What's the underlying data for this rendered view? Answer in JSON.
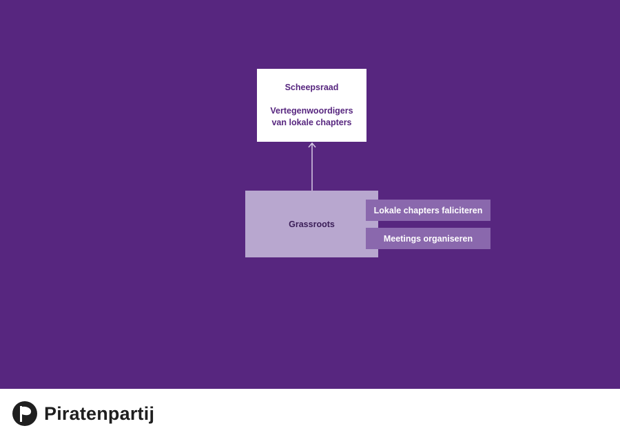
{
  "diagram": {
    "top_box": {
      "title": "Scheepsraad",
      "line1": "Vertegenwoordigers",
      "line2": "van lokale chapters"
    },
    "grassroots_box": {
      "label": "Grassroots"
    },
    "tags": [
      {
        "label": "Lokale chapters faliciteren"
      },
      {
        "label": "Meetings organiseren"
      }
    ]
  },
  "footer": {
    "logo_text": "Piratenpartij"
  },
  "colors": {
    "background": "#57267f",
    "top_box": "#ffffff",
    "grassroots_box": "#b8a7cf",
    "tag": "#8a68ad"
  },
  "icons": {
    "logo": "pirate-flag-icon"
  }
}
